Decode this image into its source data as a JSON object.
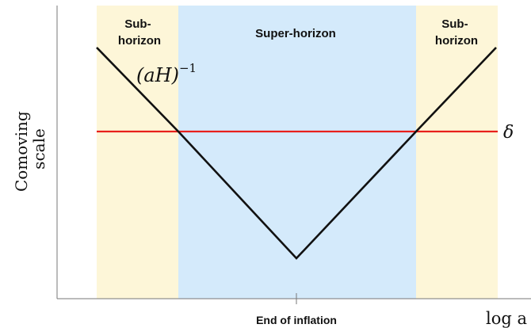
{
  "diagram": {
    "regions": [
      {
        "id": "sub-left",
        "label_lines": [
          "Sub-",
          "horizon"
        ],
        "color": "#fdf6d8"
      },
      {
        "id": "super",
        "label_lines": [
          "Super-horizon"
        ],
        "color": "#d4eafb"
      },
      {
        "id": "sub-right",
        "label_lines": [
          "Sub-",
          "horizon"
        ],
        "color": "#fdf6d8"
      }
    ],
    "curve_label": {
      "base": "(aH)",
      "exponent": "−1"
    },
    "delta_label": "δ",
    "y_axis_label_lines": [
      "Comoving",
      "scale"
    ],
    "x_axis_label": "log a",
    "x_tick_label": "End of inflation",
    "colors": {
      "horizon_curve": "#111111",
      "delta_line": "#e8201c",
      "axis": "#777777"
    }
  }
}
